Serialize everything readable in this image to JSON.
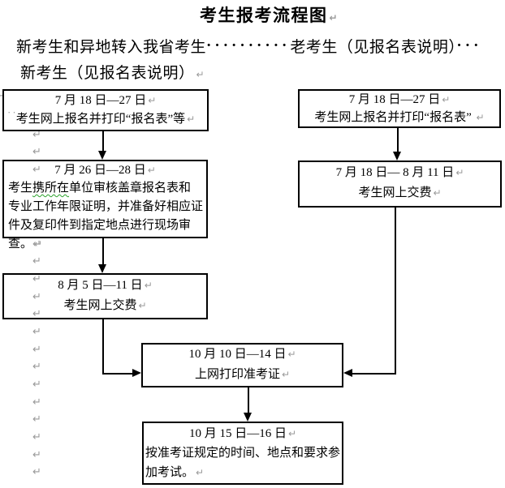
{
  "glyphs": {
    "pilcrow": "↵",
    "space_dots": "··"
  },
  "title": "考生报考流程图",
  "header": {
    "line1_left": "新考生和异地转入我省考生",
    "line1_leader": "··········",
    "line1_right": "老考生（见报名表说明）",
    "line1_trail": "···",
    "line2": "新考生（见报名表说明）"
  },
  "boxes": {
    "left1": {
      "date": "7 月 18 日—27 日",
      "body": "考生网上报名并打印“报名表”等"
    },
    "left2": {
      "date": "7 月 26 日—28 日",
      "body_pre": "考生",
      "body_flagged": "携所在",
      "body_post": "单位审核盖章报名表和专业工作年限证明，并准备好相应证件及复印件到指定地点进行现场审查。"
    },
    "left3": {
      "date": "8 月 5 日—11 日",
      "body": "考生网上交费"
    },
    "right1": {
      "date": "7 月 18 日—27 日",
      "body": "考生网上报名并打印“报名表”"
    },
    "right2": {
      "date": "7 月 18 日— 8 月 11 日",
      "body": "考生网上交费"
    },
    "mid": {
      "date": "10 月 10 日—14 日",
      "body": "上网打印准考证"
    },
    "bottom": {
      "date": "10 月 15 日—16 日",
      "body": "按准考证规定的时间、地点和要求参加考试。"
    }
  }
}
